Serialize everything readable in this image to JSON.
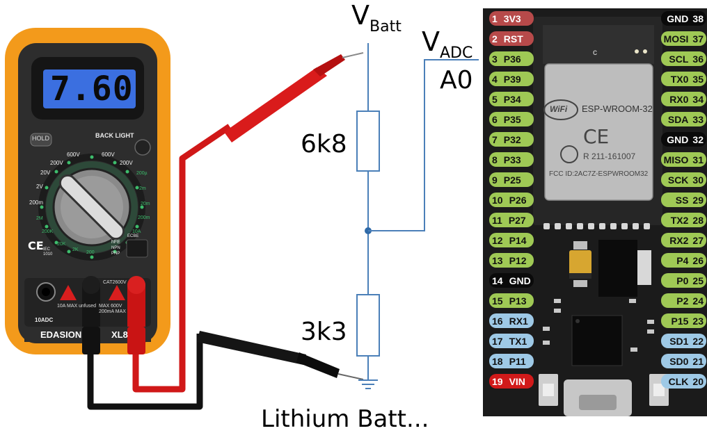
{
  "multimeter": {
    "display_value": "7.60",
    "brand": "EDASION",
    "model": "XL8",
    "hold_label": "HOLD",
    "backlight_label": "BACK LIGHT",
    "cat_label": "CAT2600V",
    "port_10adc_label": "10ADC",
    "port_10a_max_label": "10A MAX unfused",
    "port_max_label": "MAX 600V 200mA MAX",
    "scale_labels": [
      "600V",
      "200V",
      "20V",
      "2V",
      "200m",
      "2M",
      "200K",
      "20K",
      "2K",
      "200",
      "2m",
      "20m",
      "200m",
      "10A",
      "200µ",
      "600V",
      "200V",
      "hFE",
      "ECBE",
      "NPN",
      "PNP",
      "IEC 1010"
    ]
  },
  "circuit": {
    "vbatt_label": "V",
    "vbatt_sub": "Batt",
    "vadc_label": "V",
    "vadc_sub": "ADC",
    "adc_pin_label": "A0",
    "r_top_label": "6k8",
    "r_bottom_label": "3k3",
    "battery_label": "Lithium Batt..."
  },
  "esp32": {
    "module_name": "ESP-WROOM-32",
    "wifi_label": "WiFi",
    "ce_label": "CE",
    "cert_label": "R 211-161007",
    "fcc_label": "FCC ID:2AC7Z-ESPWROOM32",
    "corner_label": "c",
    "left_pins": [
      {
        "num": "1",
        "name": "3V3",
        "kind": "power"
      },
      {
        "num": "2",
        "name": "RST",
        "kind": "power"
      },
      {
        "num": "3",
        "name": "P36",
        "kind": "io"
      },
      {
        "num": "4",
        "name": "P39",
        "kind": "io"
      },
      {
        "num": "5",
        "name": "P34",
        "kind": "io"
      },
      {
        "num": "6",
        "name": "P35",
        "kind": "io"
      },
      {
        "num": "7",
        "name": "P32",
        "kind": "io"
      },
      {
        "num": "8",
        "name": "P33",
        "kind": "io"
      },
      {
        "num": "9",
        "name": "P25",
        "kind": "io"
      },
      {
        "num": "10",
        "name": "P26",
        "kind": "io"
      },
      {
        "num": "11",
        "name": "P27",
        "kind": "io"
      },
      {
        "num": "12",
        "name": "P14",
        "kind": "io"
      },
      {
        "num": "13",
        "name": "P12",
        "kind": "io"
      },
      {
        "num": "14",
        "name": "GND",
        "kind": "gnd"
      },
      {
        "num": "15",
        "name": "P13",
        "kind": "io"
      },
      {
        "num": "16",
        "name": "RX1",
        "kind": "uart"
      },
      {
        "num": "17",
        "name": "TX1",
        "kind": "uart"
      },
      {
        "num": "18",
        "name": "P11",
        "kind": "uart"
      },
      {
        "num": "19",
        "name": "VIN",
        "kind": "vin"
      }
    ],
    "right_pins": [
      {
        "num": "38",
        "name": "GND",
        "kind": "gnd"
      },
      {
        "num": "37",
        "name": "MOSI",
        "kind": "io"
      },
      {
        "num": "36",
        "name": "SCL",
        "kind": "io"
      },
      {
        "num": "35",
        "name": "TX0",
        "kind": "io"
      },
      {
        "num": "34",
        "name": "RX0",
        "kind": "io"
      },
      {
        "num": "33",
        "name": "SDA",
        "kind": "io"
      },
      {
        "num": "32",
        "name": "GND",
        "kind": "gnd"
      },
      {
        "num": "31",
        "name": "MISO",
        "kind": "io"
      },
      {
        "num": "30",
        "name": "SCK",
        "kind": "io"
      },
      {
        "num": "29",
        "name": "SS",
        "kind": "io"
      },
      {
        "num": "28",
        "name": "TX2",
        "kind": "io"
      },
      {
        "num": "27",
        "name": "RX2",
        "kind": "io"
      },
      {
        "num": "26",
        "name": "P4",
        "kind": "io"
      },
      {
        "num": "25",
        "name": "P0",
        "kind": "io"
      },
      {
        "num": "24",
        "name": "P2",
        "kind": "io"
      },
      {
        "num": "23",
        "name": "P15",
        "kind": "io"
      },
      {
        "num": "22",
        "name": "SD1",
        "kind": "uart"
      },
      {
        "num": "21",
        "name": "SD0",
        "kind": "uart"
      },
      {
        "num": "20",
        "name": "CLK",
        "kind": "uart"
      }
    ]
  },
  "colors": {
    "meter_orange": "#f39a1b",
    "meter_body": "#2b2b2b",
    "lcd": "#3b6fe0",
    "probe_red": "#d01818",
    "wire_black": "#111111",
    "circuit_blue": "#4a7fb8",
    "pcb": "#1b1b1b"
  }
}
